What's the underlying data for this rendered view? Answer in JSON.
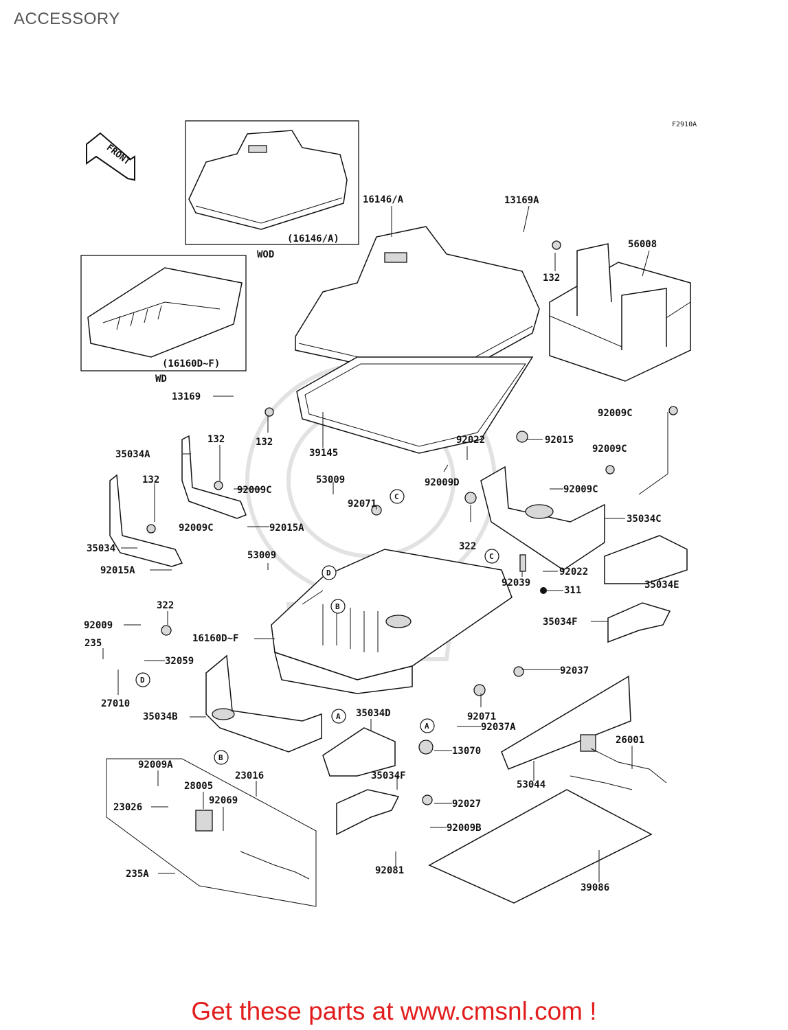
{
  "page": {
    "title": "ACCESSORY"
  },
  "diagram": {
    "figure_code": "F2910A",
    "front_arrow": "FRONT",
    "inset_wod": {
      "label": "(16146/A)",
      "caption": "WOD"
    },
    "inset_wd": {
      "label": "(16160D~F)",
      "caption": "WD"
    },
    "callouts": [
      "A",
      "B",
      "C",
      "D"
    ],
    "parts": {
      "p16146A": "16146/A",
      "p13169A": "13169A",
      "p56008": "56008",
      "p132_top": "132",
      "p13169": "13169",
      "p132_mid": "132",
      "p39145": "39145",
      "p92009C_1": "92009C",
      "p92022_a": "92022",
      "p92015": "92015",
      "p92009C_2": "92009C",
      "p35034A": "35034A",
      "p132_c": "132",
      "p132_d": "132",
      "p92009C_3": "92009C",
      "p53009_a": "53009",
      "p92071_a": "92071",
      "p92009D": "92009D",
      "p92009C_4": "92009C",
      "p35034C": "35034C",
      "p92009C_5": "92009C",
      "p92015A_a": "92015A",
      "p35034": "35034",
      "p92015A_b": "92015A",
      "p322_a": "322",
      "p92022_b": "92022",
      "p53009_b": "53009",
      "p92039": "92039",
      "p311": "311",
      "p35034E": "35034E",
      "p322_b": "322",
      "p92009": "92009",
      "p35034F_a": "35034F",
      "p16160DF": "16160D~F",
      "p235": "235",
      "p32059": "32059",
      "p92037": "92037",
      "p27010": "27010",
      "p92071_b": "92071",
      "p35034B": "35034B",
      "p35034D": "35034D",
      "p92037A": "92037A",
      "p26001": "26001",
      "p13070": "13070",
      "p92009A": "92009A",
      "p23016": "23016",
      "p28005": "28005",
      "p35034F_b": "35034F",
      "p53044": "53044",
      "p23026": "23026",
      "p92069": "92069",
      "p92027": "92027",
      "p92009B": "92009B",
      "p92081": "92081",
      "p235A": "235A",
      "p39086": "39086"
    }
  },
  "footer": {
    "link_text": "Get these parts at www.cmsnl.com !"
  },
  "colors": {
    "footer_link": "#e21d1d",
    "title": "#555555",
    "line": "#111111"
  }
}
